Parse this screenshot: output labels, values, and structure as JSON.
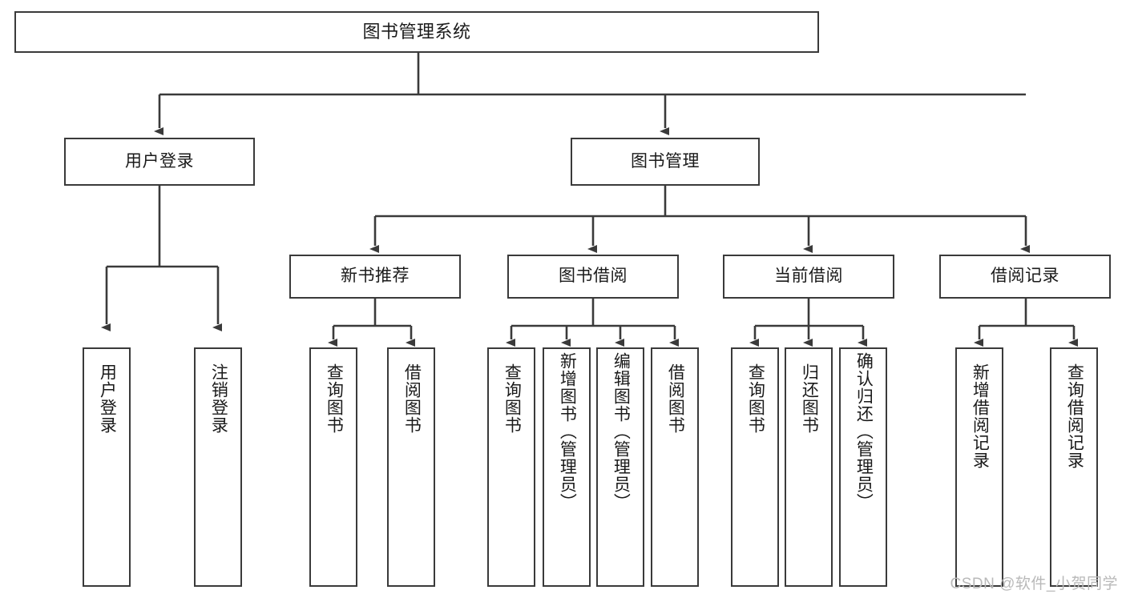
{
  "diagram": {
    "title": "图书管理系统",
    "type": "tree-hierarchy-chart",
    "colors": {
      "box_border": "#3a3a3a",
      "box_fill": "#ffffff",
      "line": "#3a3a3a",
      "text": "#1a1a1a",
      "watermark": "#b9b9b9"
    },
    "root": {
      "label": "图书管理系统"
    },
    "level2": [
      {
        "label": "用户登录"
      },
      {
        "label": "图书管理"
      }
    ],
    "level3": [
      {
        "label": "新书推荐"
      },
      {
        "label": "图书借阅"
      },
      {
        "label": "当前借阅"
      },
      {
        "label": "借阅记录"
      }
    ],
    "leaves": {
      "user_login": [
        {
          "label": "用户登录"
        },
        {
          "label": "注销登录"
        }
      ],
      "new_book_recommend": [
        {
          "label": "查询图书"
        },
        {
          "label": "借阅图书"
        }
      ],
      "book_borrow": [
        {
          "label": "查询图书"
        },
        {
          "label": "新增图书（管理员）"
        },
        {
          "label": "编辑图书（管理员）"
        },
        {
          "label": "借阅图书"
        }
      ],
      "current_borrow": [
        {
          "label": "查询图书"
        },
        {
          "label": "归还图书"
        },
        {
          "label": "确认归还（管理员）"
        }
      ],
      "borrow_records": [
        {
          "label": "新增借阅记录"
        },
        {
          "label": "查询借阅记录"
        }
      ]
    }
  },
  "watermark": {
    "text": "CSDN @软件_小贺同学"
  }
}
